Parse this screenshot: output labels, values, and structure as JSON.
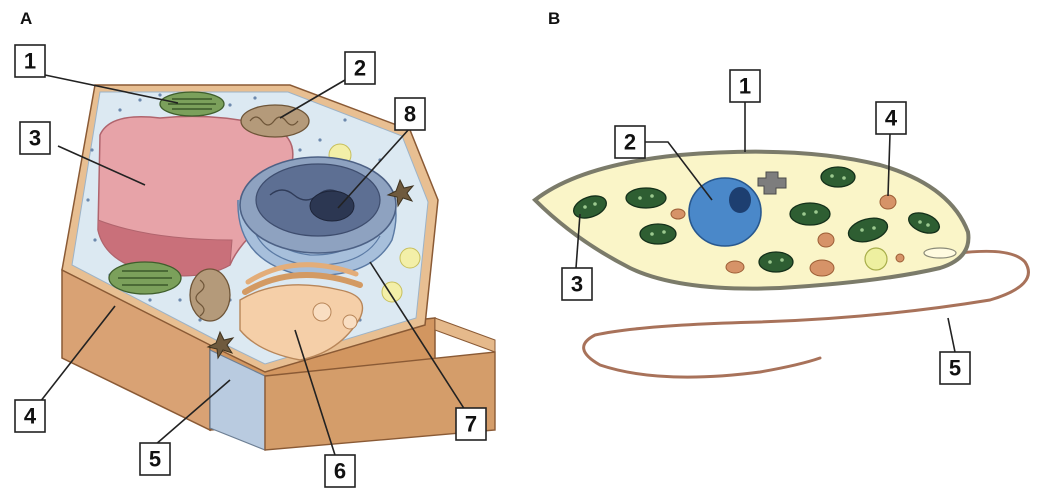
{
  "panels": [
    {
      "letter": "A",
      "labels": [
        "1",
        "2",
        "3",
        "4",
        "5",
        "6",
        "7",
        "8"
      ]
    },
    {
      "letter": "B",
      "labels": [
        "1",
        "2",
        "3",
        "4",
        "5"
      ]
    }
  ],
  "colors": {
    "cell_wall": "#d9a274",
    "cytoplasm_plant": "#dce9f2",
    "vacuole": "#e7a3a8",
    "chloroplast": "#7ba05b",
    "mitochondrion": "#b49a7a",
    "nucleus_plant": "#7d93b4",
    "golgi": "#f5cfa8",
    "cytoplasm_euglena": "#faf5c8",
    "nucleus_euglena": "#4a88c9",
    "flagellum": "#a8725a"
  }
}
